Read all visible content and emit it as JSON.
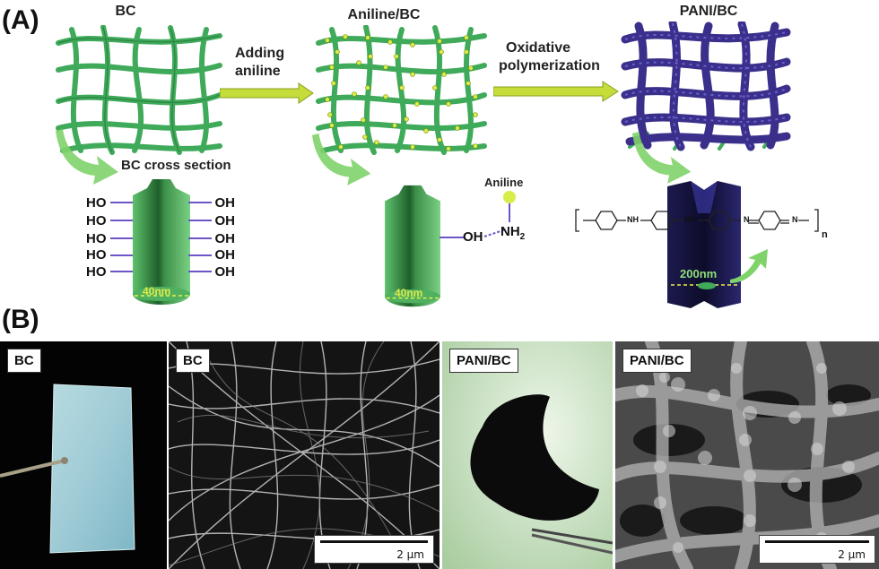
{
  "panel_a": {
    "label": "(A)",
    "stage1_title": "BC",
    "stage2_title": "Aniline/BC",
    "stage3_title": "PANI/BC",
    "arrow1_line1": "Adding",
    "arrow1_line2": "aniline",
    "arrow2_line1": "Oxidative",
    "arrow2_line2": "polymerization",
    "cross_section_label": "BC cross section",
    "ho_labels": [
      "HO",
      "HO",
      "HO",
      "HO",
      "HO"
    ],
    "oh_labels": [
      "OH",
      "OH",
      "OH",
      "OH",
      "OH"
    ],
    "fiber1_width": "40nm",
    "fiber2_width": "40nm",
    "fiber3_width": "200nm",
    "oh_label2": "OH",
    "aniline_label": "Aniline",
    "nh2_label": "NH",
    "nh2_sub": "2",
    "pani_nh1": "NH",
    "pani_nh2": "NH",
    "pani_n1": "N",
    "pani_n2": "N",
    "pani_n_sub": "n"
  },
  "panel_b": {
    "label": "(B)",
    "photo1_tag": "BC",
    "photo2_tag": "BC",
    "photo3_tag": "PANI/BC",
    "photo4_tag": "PANI/BC",
    "scale2": "2 μm",
    "scale4": "2 μm"
  },
  "colors": {
    "bc_green": "#3faa5a",
    "pani_purple": "#3a2f8a",
    "arrow_yellow": "#c5dc3a"
  }
}
